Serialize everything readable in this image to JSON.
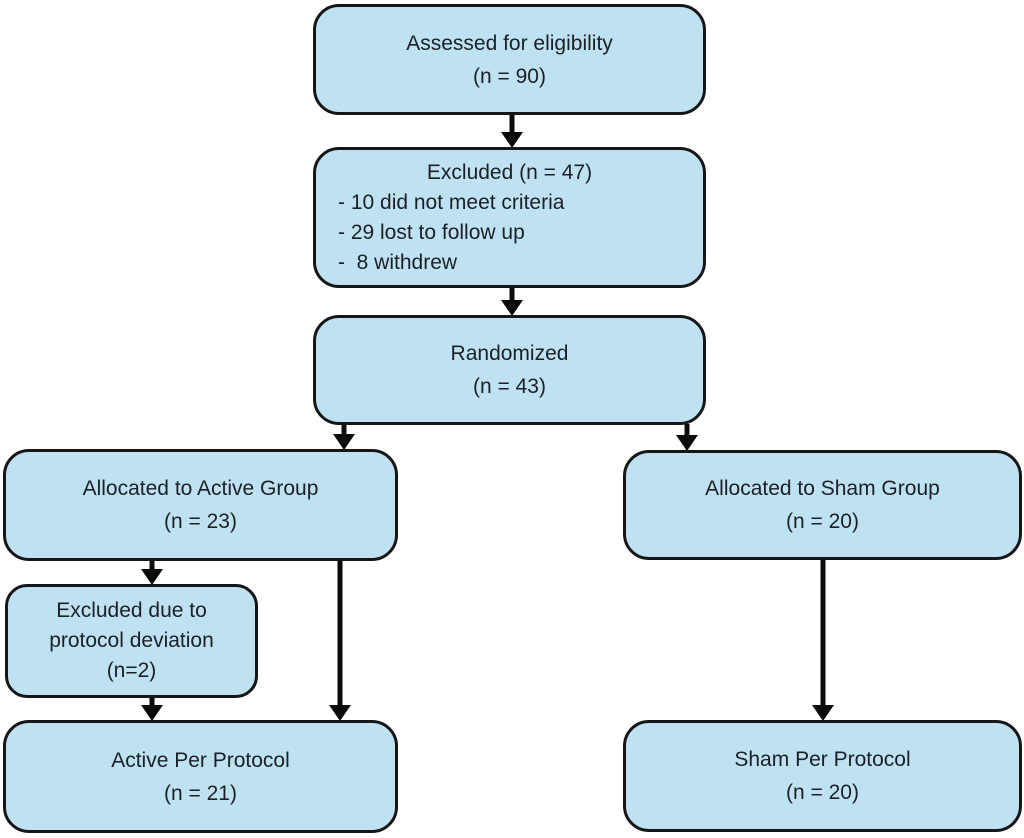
{
  "colors": {
    "box_fill": "#bfe2f2",
    "box_border": "#161616",
    "arrow": "#0b0b0b",
    "text": "#1c2026",
    "background": "#ffffff"
  },
  "nodes": {
    "assessed": {
      "line1": "Assessed for eligibility",
      "line2": "(n = 90)"
    },
    "excluded": {
      "title": "Excluded (n = 47)",
      "items": [
        "- 10 did not meet criteria",
        "- 29 lost to follow up",
        "-  8 withdrew"
      ]
    },
    "randomized": {
      "line1": "Randomized",
      "line2": "(n = 43)"
    },
    "allocated_active": {
      "line1": "Allocated to Active Group",
      "line2": "(n = 23)"
    },
    "allocated_sham": {
      "line1": "Allocated to Sham Group",
      "line2": "(n = 20)"
    },
    "protocol_deviation": {
      "line1": "Excluded due to",
      "line2": "protocol deviation",
      "line3": "(n=2)"
    },
    "active_per_protocol": {
      "line1": "Active Per Protocol",
      "line2": "(n = 21)"
    },
    "sham_per_protocol": {
      "line1": "Sham Per Protocol",
      "line2": "(n = 20)"
    }
  }
}
